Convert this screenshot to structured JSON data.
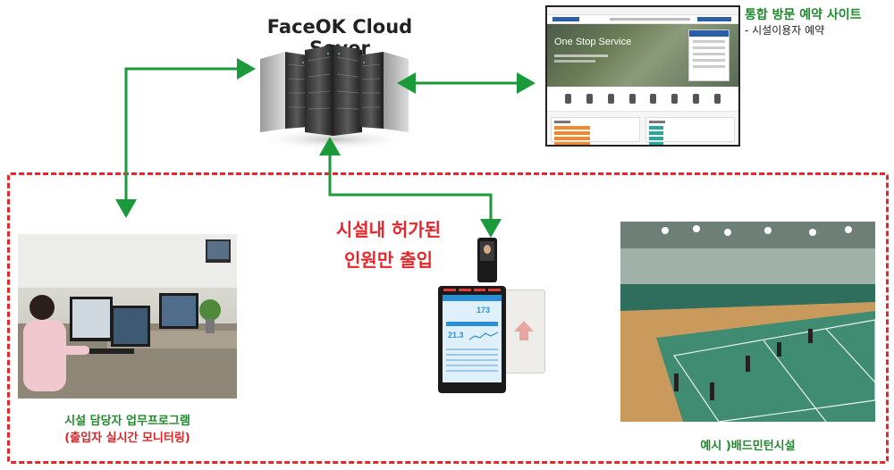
{
  "server": {
    "title": "FaceOK Cloud Sever"
  },
  "website": {
    "title": "통합 방문 예약 사이트",
    "subtitle": "- 시설이용자 예약",
    "banner_text": "One Stop Service"
  },
  "access": {
    "line1": "시설내 허가된",
    "line2": "인원만 출입"
  },
  "monitor": {
    "caption_line1": "시설 담당자 업무프로그램",
    "caption_line2": "(출입자 실시간 모니터링)"
  },
  "gym": {
    "caption": "예시 )배드민턴시설"
  },
  "terminal": {
    "reading_top": "173",
    "reading_main": "21.3"
  },
  "colors": {
    "arrow": "#1a9a3a",
    "dashed_border": "#e8262a",
    "caption_green": "#1f8a2c",
    "caption_red": "#d6262a"
  }
}
